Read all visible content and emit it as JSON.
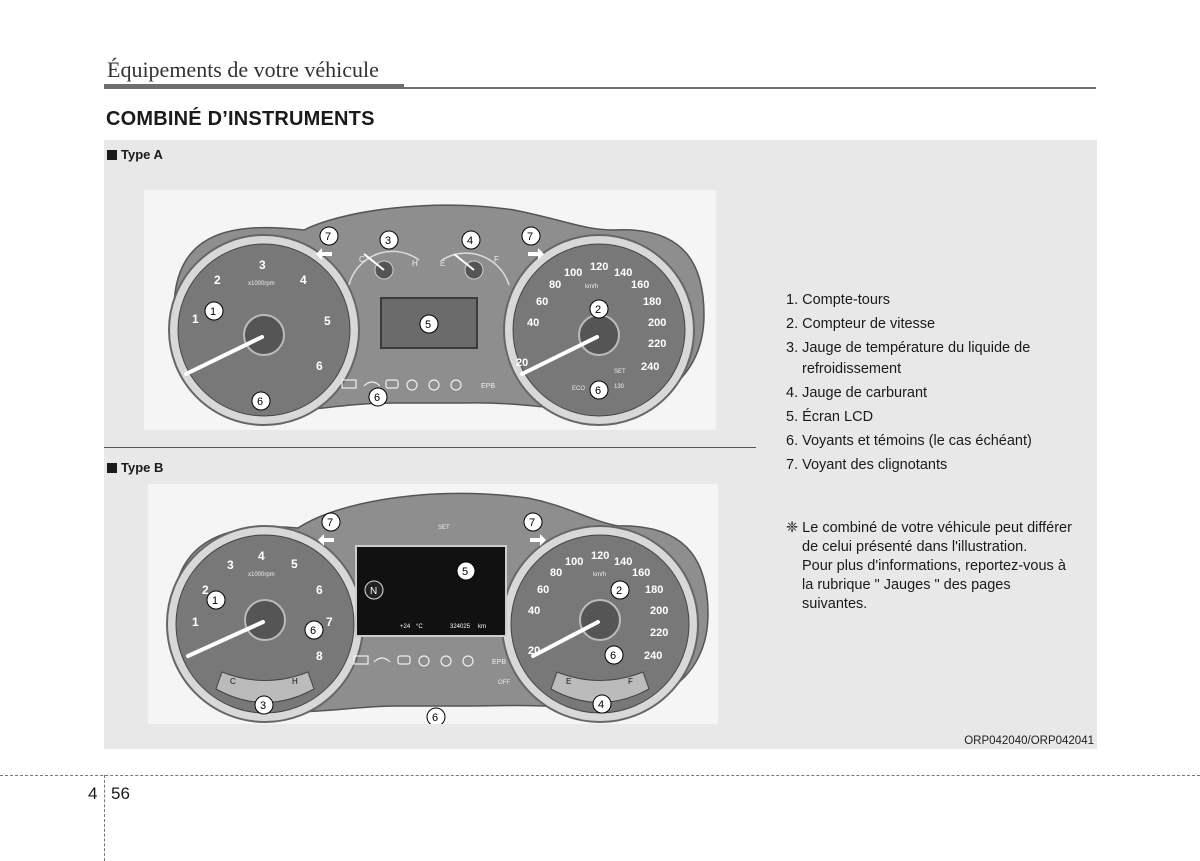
{
  "header": {
    "chapter_title": "Équipements de votre véhicule",
    "section_title": "COMBINÉ D’INSTRUMENTS"
  },
  "types": {
    "a": "Type A",
    "b": "Type B"
  },
  "legend": {
    "items": [
      "1. Compte-tours",
      "2. Compteur de vitesse",
      "3. Jauge de température du liquide de",
      "4. Jauge de carburant",
      "5. Écran LCD",
      "6. Voyants et témoins (le cas échéant)",
      "7. Voyant des clignotants"
    ],
    "item3_cont": "refroidissement"
  },
  "note": {
    "lines": [
      "❈ Le combiné de votre véhicule peut différer",
      "de celui présenté dans l'illustration.",
      "Pour plus d'informations, reportez-vous à",
      "la rubrique \" Jauges \" des pages",
      "suivantes."
    ]
  },
  "figure_ref": "ORP042040/ORP042041",
  "footer": {
    "chapter": "4",
    "page": "56"
  },
  "tachometer": {
    "numbers": [
      "1",
      "2",
      "3",
      "4",
      "5",
      "6"
    ],
    "unit": "x1000rpm",
    "numbers_b": [
      "1",
      "2",
      "3",
      "4",
      "5",
      "6",
      "7",
      "8"
    ]
  },
  "speedometer": {
    "numbers": [
      "20",
      "40",
      "60",
      "80",
      "100",
      "120",
      "140",
      "160",
      "180",
      "200",
      "220",
      "240"
    ],
    "unit": "km/h"
  },
  "temp_gauge": {
    "cold": "C",
    "hot": "H"
  },
  "fuel_gauge": {
    "empty": "E",
    "full": "F"
  },
  "callouts": [
    "1",
    "2",
    "3",
    "4",
    "5",
    "6",
    "7"
  ],
  "indicators": {
    "epb": "EPB",
    "eco": "ECO",
    "set": "SET",
    "off": "OFF",
    "gear": "N",
    "lcd_temp": "+24",
    "lcd_temp_unit": "°C",
    "lcd_odo": "324025",
    "lcd_odo_unit": "km",
    "speed_limit": "130",
    "speed_limit_unit": "km/h"
  },
  "colors": {
    "cluster_body": "#8c8c8c",
    "gauge_face": "#7a7a7a",
    "panel": "#e8e8e8"
  }
}
